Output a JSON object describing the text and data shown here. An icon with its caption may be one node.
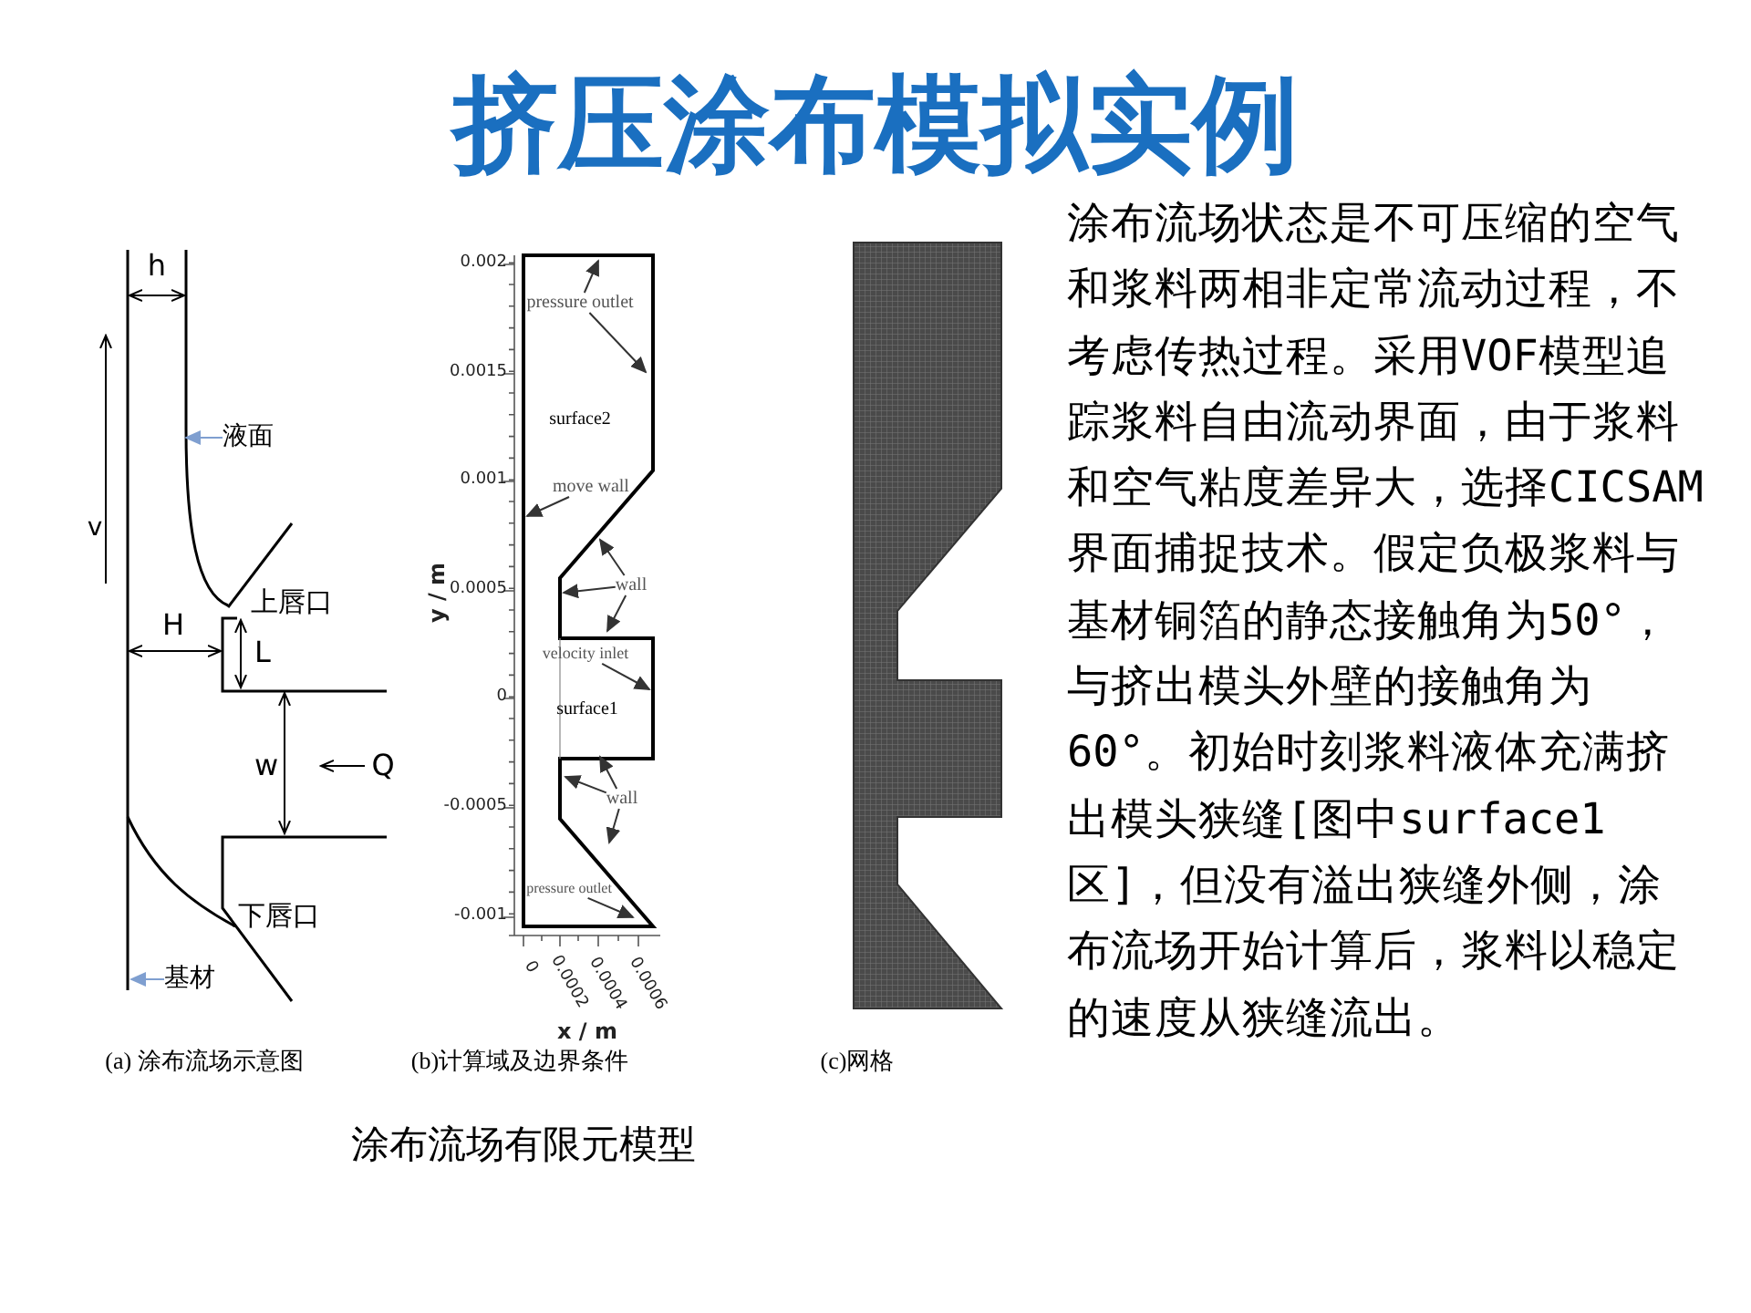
{
  "diagram": {
    "title": "挤压涂布模拟实例",
    "nodes": [
      {
        "text": [
          "液面"
        ]
      },
      {
        "text": [
          "基材"
        ]
      },
      {
        "text": [
          "pressure outlet"
        ]
      },
      {
        "text": [
          "move wall"
        ]
      },
      {
        "text": [
          "wall"
        ]
      },
      {
        "text": [
          "velocity inlet"
        ]
      },
      {
        "text": [
          "wall"
        ]
      },
      {
        "text": [
          "pressure outlet"
        ]
      }
    ],
    "edges": [
      {
        "from": 0,
        "to": null,
        "arrow": "to",
        "color": "#7f9fd0"
      },
      {
        "from": 1,
        "to": null,
        "arrow": "to",
        "color": "#7f9fd0"
      },
      {
        "from": 2,
        "to": null,
        "arrow": "to"
      },
      {
        "from": 2,
        "to": null,
        "arrow": "to"
      },
      {
        "from": 3,
        "to": null,
        "arrow": "to"
      },
      {
        "from": 4,
        "to": null,
        "arrow": "to"
      },
      {
        "from": 4,
        "to": null,
        "arrow": "to"
      },
      {
        "from": 4,
        "to": null,
        "arrow": "to"
      },
      {
        "from": 5,
        "to": null,
        "arrow": "to"
      },
      {
        "from": 6,
        "to": null,
        "arrow": "to"
      },
      {
        "from": 6,
        "to": null,
        "arrow": "to"
      },
      {
        "from": 6,
        "to": null,
        "arrow": "to"
      },
      {
        "from": 7,
        "to": null,
        "arrow": "to"
      }
    ],
    "labels": [
      "h",
      "v",
      "上唇口",
      "H",
      "L",
      "w",
      "Q",
      "下唇口",
      "surface2",
      "surface1",
      "0.002",
      "0.0015",
      "0.001",
      "0.0005",
      "0",
      "-0.0005",
      "-0.001",
      "0",
      "0.0002",
      "0.0004",
      "0.0006",
      "y / m",
      "x / m",
      "(a) 涂布流场示意图",
      "(b)计算域及边界条件",
      "(c)网格",
      "涂布流场有限元模型",
      "涂布流场状态是不可压缩的空气和浆料两相非定常流动过程，不考虑传热过程。采用VOF模型追踪浆料自由流动界面，由于浆料和空气粘度差异大，选择CICSAM界面捕捉技术。假定负极浆料与基材铜箔的静态接触角为50°，与挤出模头外壁的接触角为60°。初始时刻浆料液体充满挤出模头狭缝[图中surface1区]，但没有溢出狭缝外侧，涂布流场开始计算后，浆料以稳定的速度从狭缝流出。"
    ]
  }
}
